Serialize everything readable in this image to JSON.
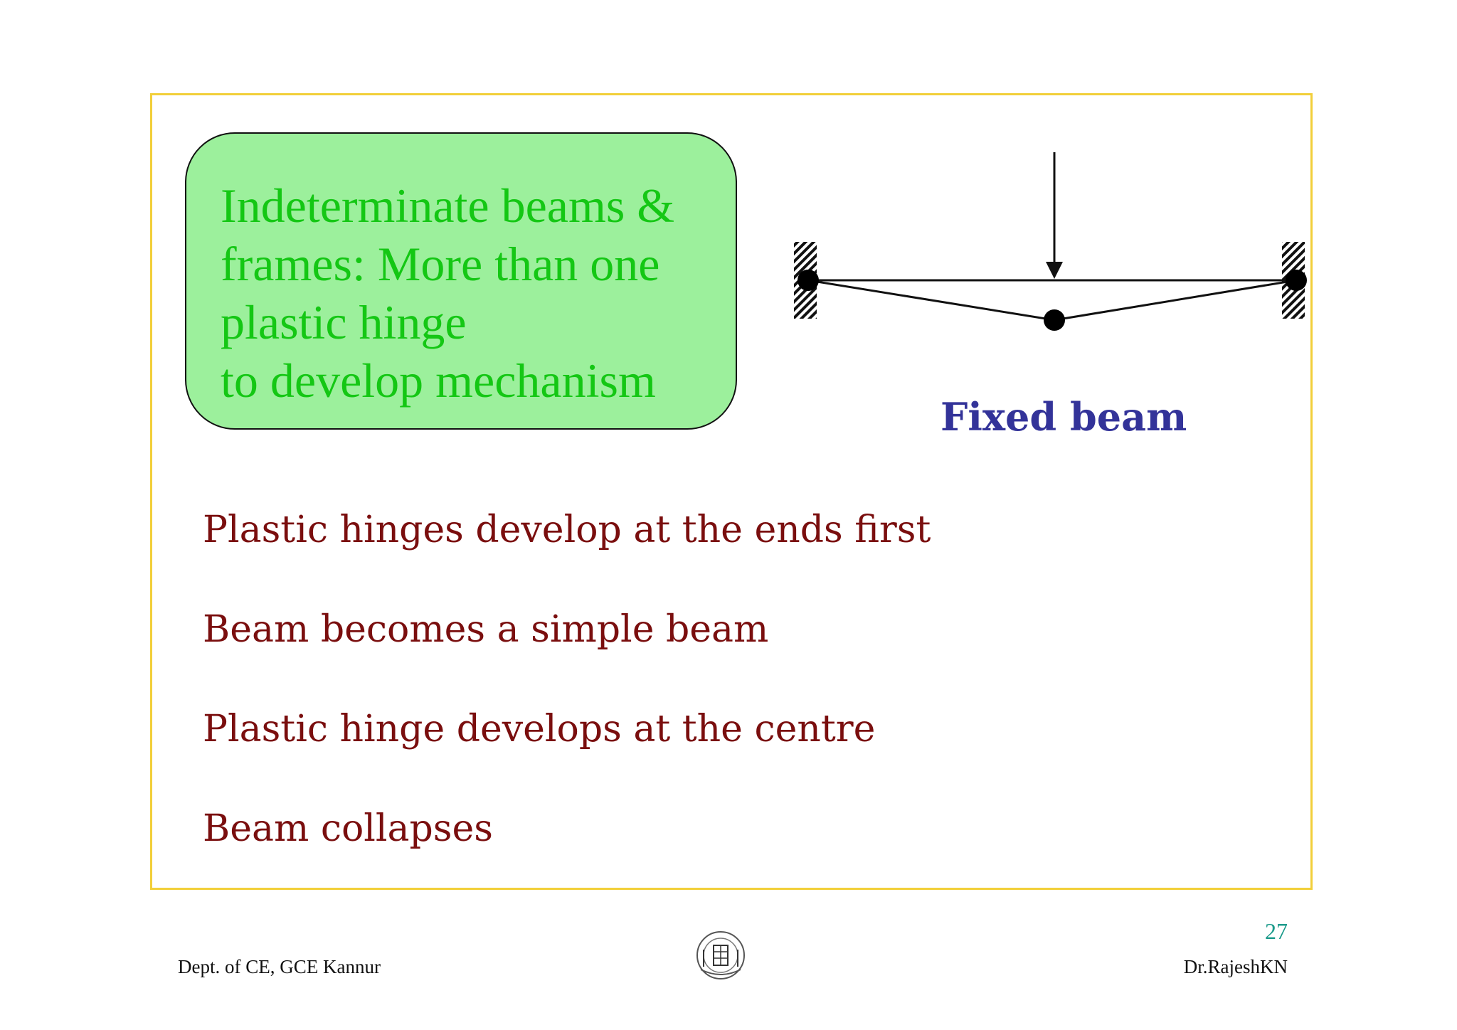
{
  "callout": {
    "lines": [
      "Indeterminate beams &",
      "frames:  More than one",
      "plastic hinge",
      "to  develop mechanism"
    ]
  },
  "diagram": {
    "caption": "Fixed beam"
  },
  "points": [
    "Plastic hinges develop at the ends first",
    "Beam becomes a simple beam",
    "Plastic hinge develops at the centre",
    "Beam collapses"
  ],
  "footer": {
    "page_number": "27",
    "department": "Dept. of CE, GCE Kannur",
    "author": "Dr.RajeshKN"
  },
  "colors": {
    "frame_border": "#f2cf3a",
    "callout_fill": "#9cf09c",
    "callout_text": "#14c714",
    "caption_text": "#333399",
    "point_text": "#7a0e0e",
    "page_number": "#1a9a8a"
  }
}
